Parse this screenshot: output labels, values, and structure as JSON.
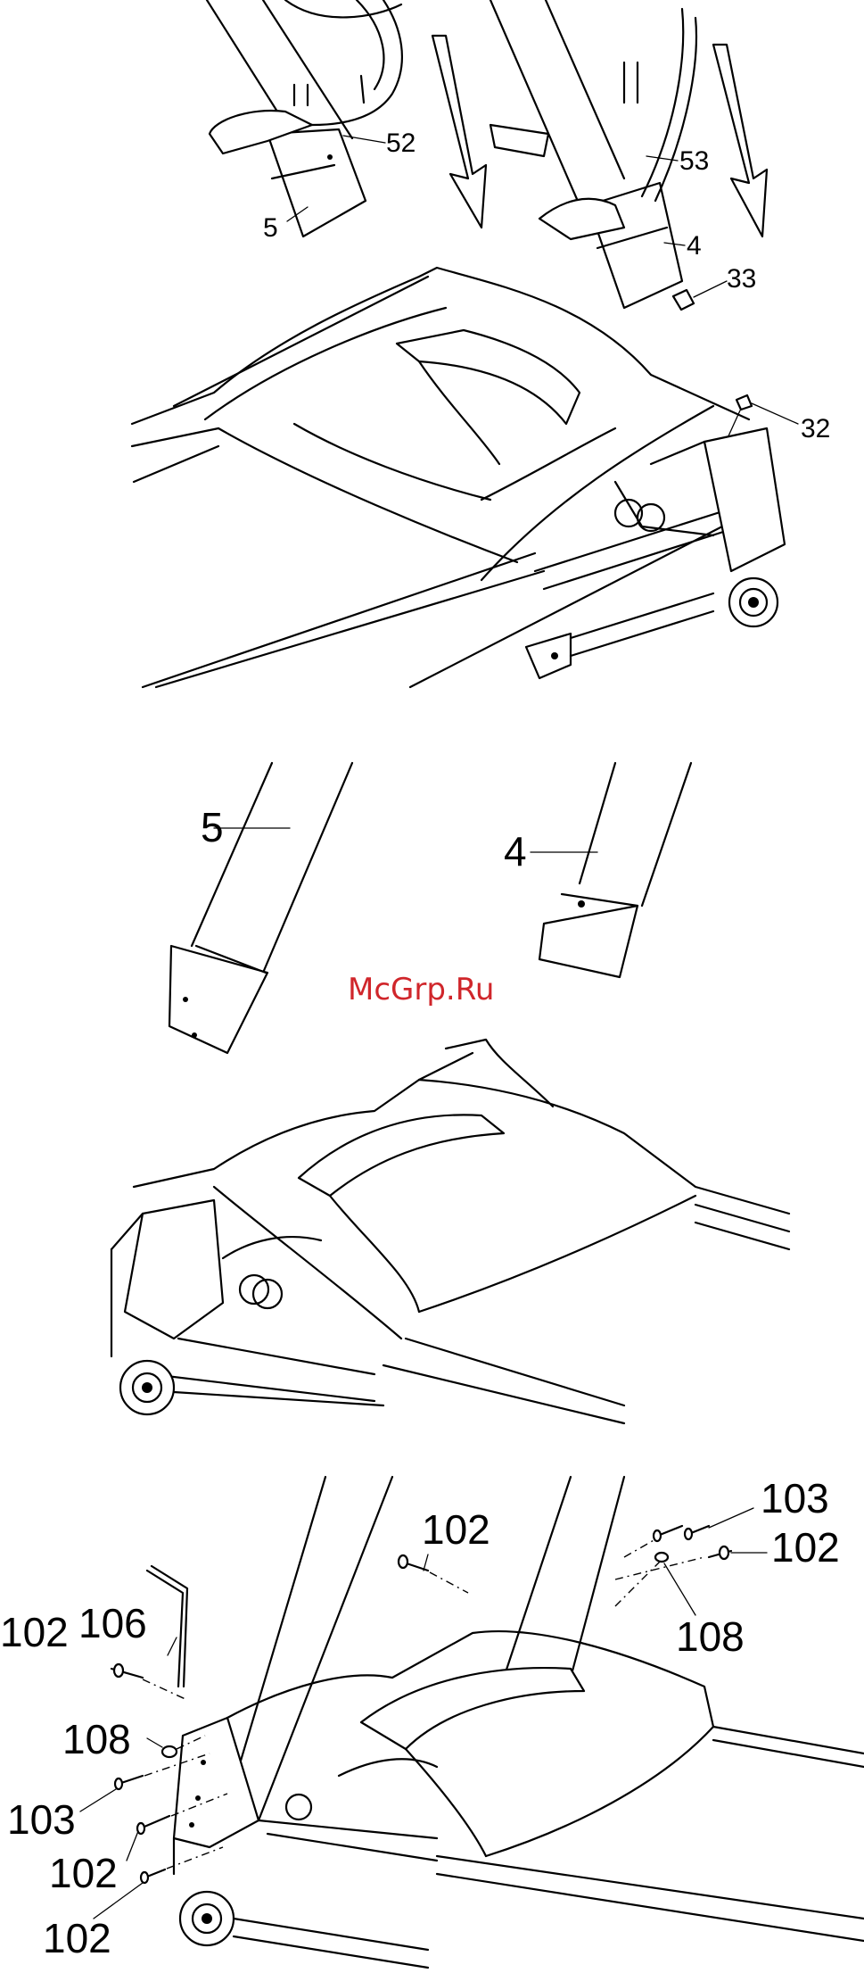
{
  "watermark": "McGrp.Ru",
  "panel1": {
    "labels": {
      "upright_left": "5",
      "upright_right": "4",
      "cover_left": "52",
      "cover_right": "53",
      "screw": "33",
      "clip": "32"
    }
  },
  "panel2": {
    "labels": {
      "upright_left": "5",
      "upright_right": "4"
    }
  },
  "panel3": {
    "labels": {
      "bolt_top": "102",
      "allen_key": "106",
      "bolt_left_upper": "102",
      "washer_left": "108",
      "screw_left": "103",
      "bolt_left_mid": "102",
      "bolt_left_low": "102",
      "screw_right": "103",
      "bolt_right": "102",
      "washer_right": "108"
    }
  }
}
